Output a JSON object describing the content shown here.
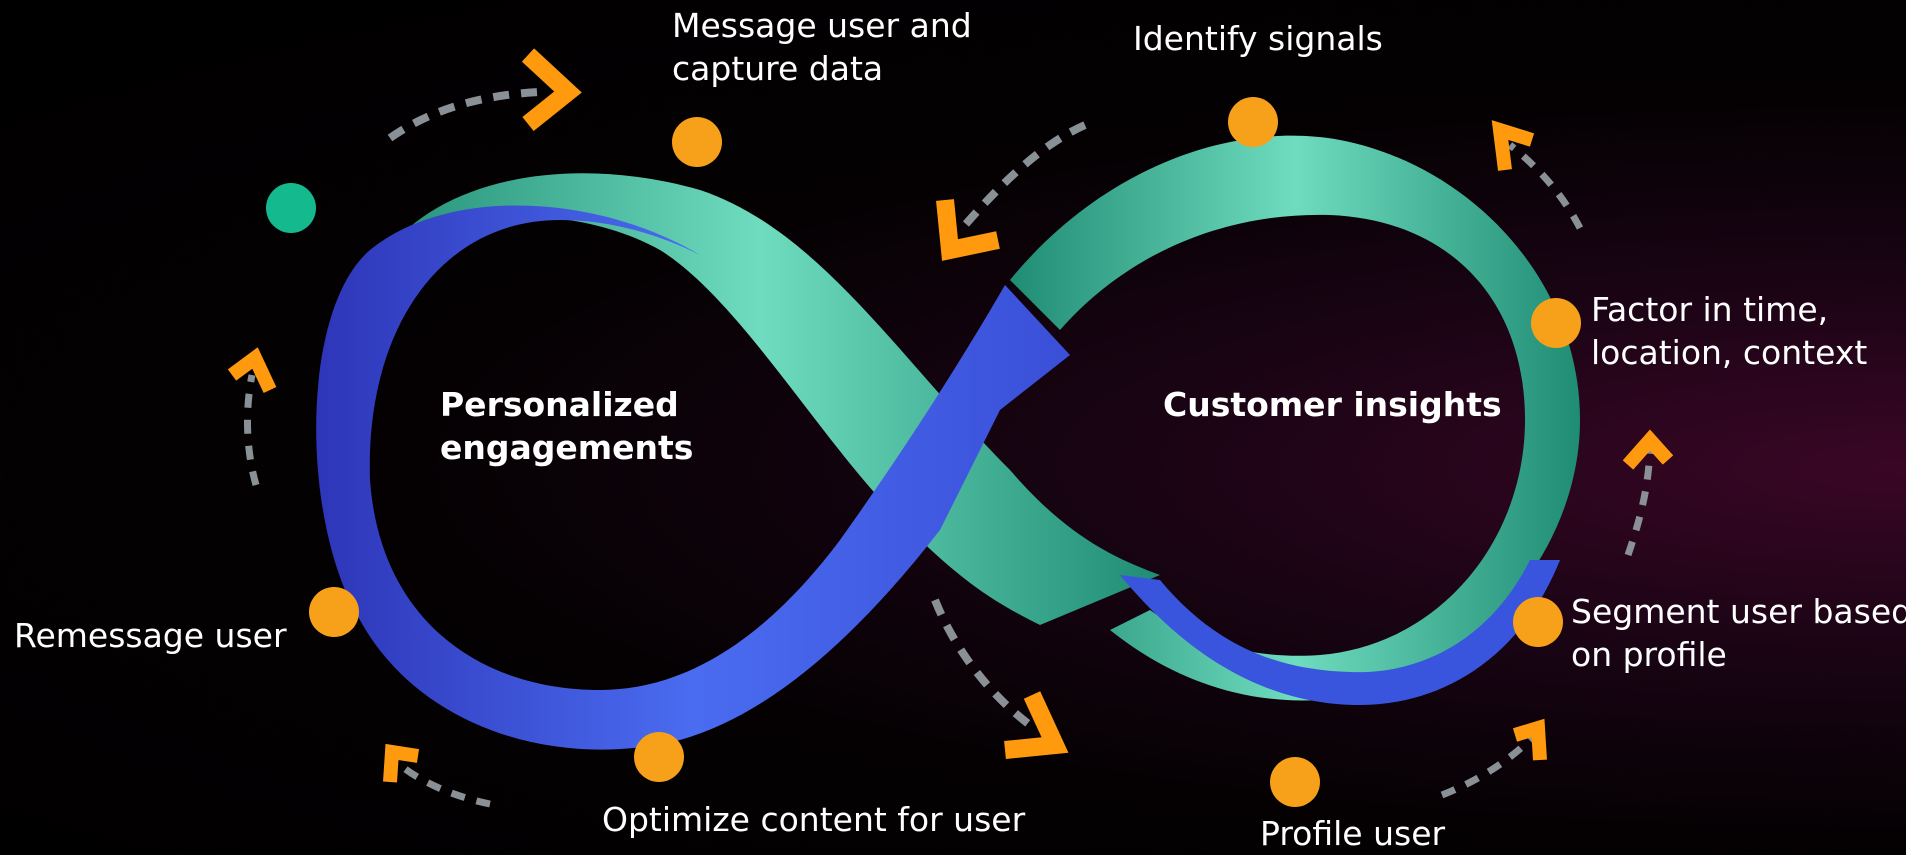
{
  "colors": {
    "teal": "#5fcfb0",
    "teal_dark": "#1f8c74",
    "blue": "#4666e8",
    "blue_dark": "#2e35b8",
    "node_orange": "#f7a11a",
    "arrow_orange": "#ff9a0f",
    "dash_gray": "#8a9196",
    "green_dot": "#15b98e"
  },
  "centers": {
    "left": [
      "Personalized",
      "engagements"
    ],
    "right": [
      "Customer insights"
    ]
  },
  "steps": {
    "message_capture": [
      "Message user and",
      "capture data"
    ],
    "identify_signals": [
      "Identify signals"
    ],
    "factor_context": [
      "Factor in time,",
      "location, context"
    ],
    "segment_user": [
      "Segment user based",
      "on profile"
    ],
    "profile_user": [
      "Profile user"
    ],
    "optimize_content": [
      "Optimize content for user"
    ],
    "remessage_user": [
      "Remessage user"
    ]
  }
}
